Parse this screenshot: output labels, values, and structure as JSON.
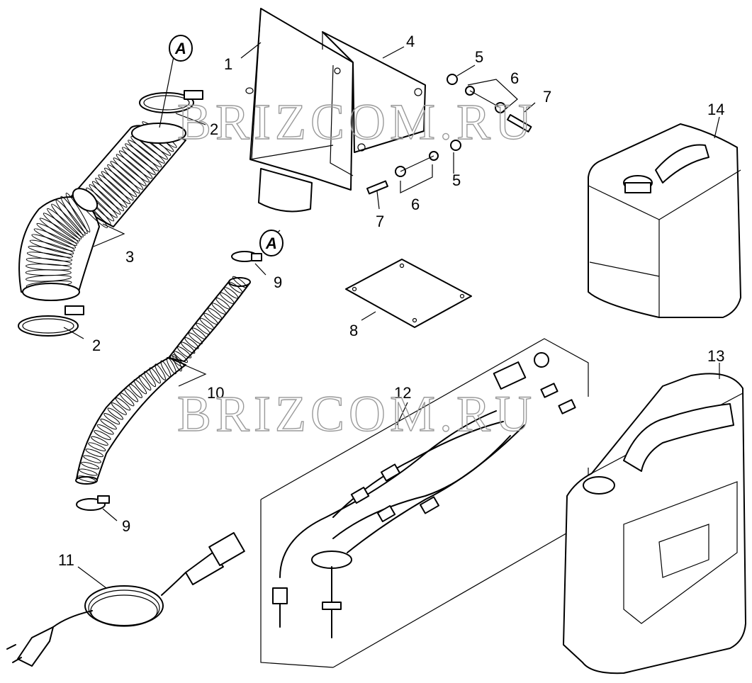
{
  "watermark": "BRIZCOM.RU",
  "callouts": {
    "p1": "1",
    "p2a": "2",
    "p2b": "2",
    "p3": "3",
    "p4": "4",
    "p5a": "5",
    "p5b": "5",
    "p6a": "6",
    "p6b": "6",
    "p7a": "7",
    "p7b": "7",
    "p8": "8",
    "p9a": "9",
    "p9b": "9",
    "p10": "10",
    "p11": "11",
    "p12": "12",
    "p13": "13",
    "p14": "14"
  },
  "ref_marks": {
    "a1": "A",
    "a2": "A"
  }
}
